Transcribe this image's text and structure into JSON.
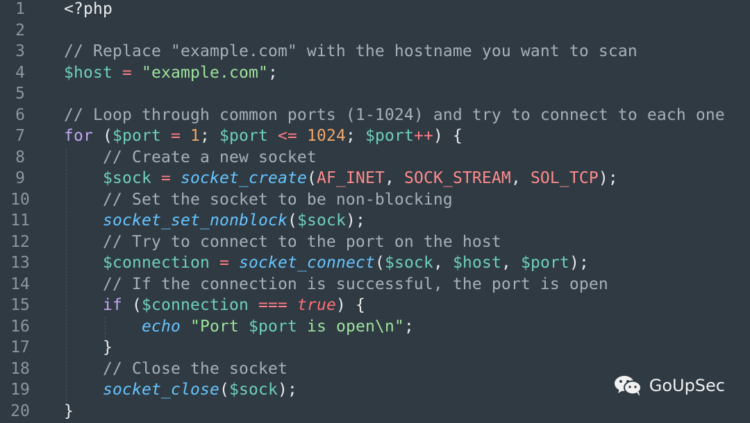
{
  "editor": {
    "line_numbers": [
      "1",
      "2",
      "3",
      "4",
      "5",
      "6",
      "7",
      "8",
      "9",
      "10",
      "11",
      "12",
      "13",
      "14",
      "15",
      "16",
      "17",
      "18",
      "19",
      "20"
    ],
    "lines": [
      [
        {
          "t": "<?php",
          "k": "plain"
        }
      ],
      [],
      [
        {
          "t": "// Replace \"example.com\" with the hostname you want to scan",
          "k": "comment"
        }
      ],
      [
        {
          "t": "$host",
          "k": "variable"
        },
        {
          "t": " ",
          "k": "plain"
        },
        {
          "t": "=",
          "k": "operator"
        },
        {
          "t": " ",
          "k": "plain"
        },
        {
          "t": "\"example.com\"",
          "k": "string"
        },
        {
          "t": ";",
          "k": "plain"
        }
      ],
      [],
      [
        {
          "t": "// Loop through common ports (1-1024) and try to connect to each one",
          "k": "comment"
        }
      ],
      [
        {
          "t": "for",
          "k": "keyword"
        },
        {
          "t": " (",
          "k": "plain"
        },
        {
          "t": "$port",
          "k": "variable"
        },
        {
          "t": " ",
          "k": "plain"
        },
        {
          "t": "=",
          "k": "operator"
        },
        {
          "t": " ",
          "k": "plain"
        },
        {
          "t": "1",
          "k": "number"
        },
        {
          "t": "; ",
          "k": "plain"
        },
        {
          "t": "$port",
          "k": "variable"
        },
        {
          "t": " ",
          "k": "plain"
        },
        {
          "t": "<=",
          "k": "operator"
        },
        {
          "t": " ",
          "k": "plain"
        },
        {
          "t": "1024",
          "k": "number"
        },
        {
          "t": "; ",
          "k": "plain"
        },
        {
          "t": "$port",
          "k": "variable"
        },
        {
          "t": "++",
          "k": "operator"
        },
        {
          "t": ") {",
          "k": "plain"
        }
      ],
      [
        {
          "t": "    // Create a new socket",
          "k": "comment"
        }
      ],
      [
        {
          "t": "    ",
          "k": "plain"
        },
        {
          "t": "$sock",
          "k": "variable"
        },
        {
          "t": " ",
          "k": "plain"
        },
        {
          "t": "=",
          "k": "operator"
        },
        {
          "t": " ",
          "k": "plain"
        },
        {
          "t": "socket_create",
          "k": "function"
        },
        {
          "t": "(",
          "k": "plain"
        },
        {
          "t": "AF_INET",
          "k": "constant"
        },
        {
          "t": ", ",
          "k": "plain"
        },
        {
          "t": "SOCK_STREAM",
          "k": "constant"
        },
        {
          "t": ", ",
          "k": "plain"
        },
        {
          "t": "SOL_TCP",
          "k": "constant"
        },
        {
          "t": ");",
          "k": "plain"
        }
      ],
      [
        {
          "t": "    // Set the socket to be non-blocking",
          "k": "comment"
        }
      ],
      [
        {
          "t": "    ",
          "k": "plain"
        },
        {
          "t": "socket_set_nonblock",
          "k": "function"
        },
        {
          "t": "(",
          "k": "plain"
        },
        {
          "t": "$sock",
          "k": "variable"
        },
        {
          "t": ");",
          "k": "plain"
        }
      ],
      [
        {
          "t": "    // Try to connect to the port on the host",
          "k": "comment"
        }
      ],
      [
        {
          "t": "    ",
          "k": "plain"
        },
        {
          "t": "$connection",
          "k": "variable"
        },
        {
          "t": " ",
          "k": "plain"
        },
        {
          "t": "=",
          "k": "operator"
        },
        {
          "t": " ",
          "k": "plain"
        },
        {
          "t": "socket_connect",
          "k": "function"
        },
        {
          "t": "(",
          "k": "plain"
        },
        {
          "t": "$sock",
          "k": "variable"
        },
        {
          "t": ", ",
          "k": "plain"
        },
        {
          "t": "$host",
          "k": "variable"
        },
        {
          "t": ", ",
          "k": "plain"
        },
        {
          "t": "$port",
          "k": "variable"
        },
        {
          "t": ");",
          "k": "plain"
        }
      ],
      [
        {
          "t": "    // If the connection is successful, the port is open",
          "k": "comment"
        }
      ],
      [
        {
          "t": "    ",
          "k": "plain"
        },
        {
          "t": "if",
          "k": "keyword"
        },
        {
          "t": " (",
          "k": "plain"
        },
        {
          "t": "$connection",
          "k": "variable"
        },
        {
          "t": " ",
          "k": "plain"
        },
        {
          "t": "===",
          "k": "operator"
        },
        {
          "t": " ",
          "k": "plain"
        },
        {
          "t": "true",
          "k": "boolean"
        },
        {
          "t": ") {",
          "k": "plain"
        }
      ],
      [
        {
          "t": "        ",
          "k": "plain"
        },
        {
          "t": "echo",
          "k": "function"
        },
        {
          "t": " ",
          "k": "plain"
        },
        {
          "t": "\"Port ",
          "k": "string"
        },
        {
          "t": "$port",
          "k": "variable"
        },
        {
          "t": " is open\\n\"",
          "k": "string"
        },
        {
          "t": ";",
          "k": "plain"
        }
      ],
      [
        {
          "t": "    }",
          "k": "plain"
        }
      ],
      [
        {
          "t": "    // Close the socket",
          "k": "comment"
        }
      ],
      [
        {
          "t": "    ",
          "k": "plain"
        },
        {
          "t": "socket_close",
          "k": "function"
        },
        {
          "t": "(",
          "k": "plain"
        },
        {
          "t": "$sock",
          "k": "variable"
        },
        {
          "t": ");",
          "k": "plain"
        }
      ],
      [
        {
          "t": "}",
          "k": "plain"
        }
      ]
    ]
  },
  "watermark": {
    "icon": "wechat-icon",
    "text": "GoUpSec"
  },
  "colors": {
    "background": "#2f3a43",
    "comment": "#a7b0b7",
    "keyword": "#c5a5f3",
    "variable": "#6fd0bd",
    "string": "#9ee49c",
    "number": "#f3a767",
    "operator": "#ff7f86",
    "function": "#67c5ff",
    "constant": "#ff8c8c",
    "boolean": "#ff6f74"
  }
}
